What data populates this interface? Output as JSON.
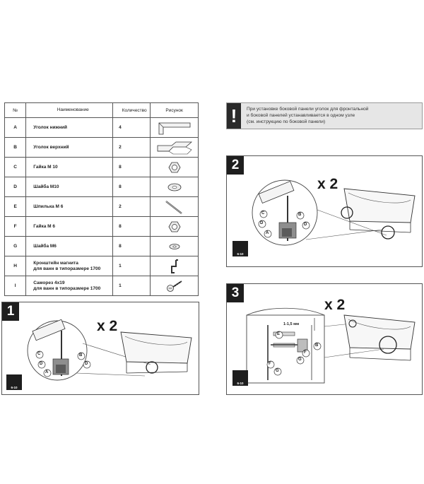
{
  "table": {
    "headers": {
      "no": "№",
      "name": "Наименование",
      "qty": "Количество",
      "pic": "Рисунок"
    },
    "rows": [
      {
        "id": "A",
        "name": "Уголок нижний",
        "qty": "4",
        "icon": "bottom-corner-bracket-icon"
      },
      {
        "id": "B",
        "name": "Уголок верхний",
        "qty": "2",
        "icon": "top-corner-bracket-icon"
      },
      {
        "id": "C",
        "name": "Гайка М 10",
        "qty": "8",
        "icon": "hex-nut-icon"
      },
      {
        "id": "D",
        "name": "Шайба М10",
        "qty": "8",
        "icon": "washer-icon"
      },
      {
        "id": "E",
        "name": "Шпилька М 6",
        "qty": "2",
        "icon": "threaded-rod-icon"
      },
      {
        "id": "F",
        "name": "Гайка М 6",
        "qty": "8",
        "icon": "hex-nut-icon"
      },
      {
        "id": "G",
        "name": "Шайба М6",
        "qty": "8",
        "icon": "small-washer-icon"
      },
      {
        "id": "H",
        "name_line1": "Кронштейн магнита",
        "name_line2": "для ванн в типоразмере 1700",
        "qty": "1",
        "icon": "magnet-bracket-icon"
      },
      {
        "id": "I",
        "name_line1": "Саморез 4х19",
        "name_line2": "для ванн в типоразмере 1700",
        "qty": "1",
        "icon": "self-tapping-screw-icon"
      }
    ]
  },
  "warning": {
    "mark": "!",
    "line1": "При установке боковой панели уголок для фронтальной",
    "line2": "и боковой панелей устанавливается в одном узле",
    "line3": "(см. инструкцию по боковой панели)"
  },
  "steps": [
    {
      "number": "1",
      "multiplier": "x 2",
      "wrench_label": "6-10",
      "callouts": [
        "C",
        "D",
        "A",
        "B",
        "D"
      ]
    },
    {
      "number": "2",
      "multiplier": "x 2",
      "wrench_label": "6-10",
      "callouts": [
        "C",
        "D",
        "A",
        "B",
        "D"
      ]
    },
    {
      "number": "3",
      "multiplier": "x 2",
      "wrench_label": "6-10",
      "gap_label": "1-1,5 мм",
      "callouts": [
        "E",
        "B",
        "F",
        "G",
        "G",
        "F"
      ]
    }
  ]
}
